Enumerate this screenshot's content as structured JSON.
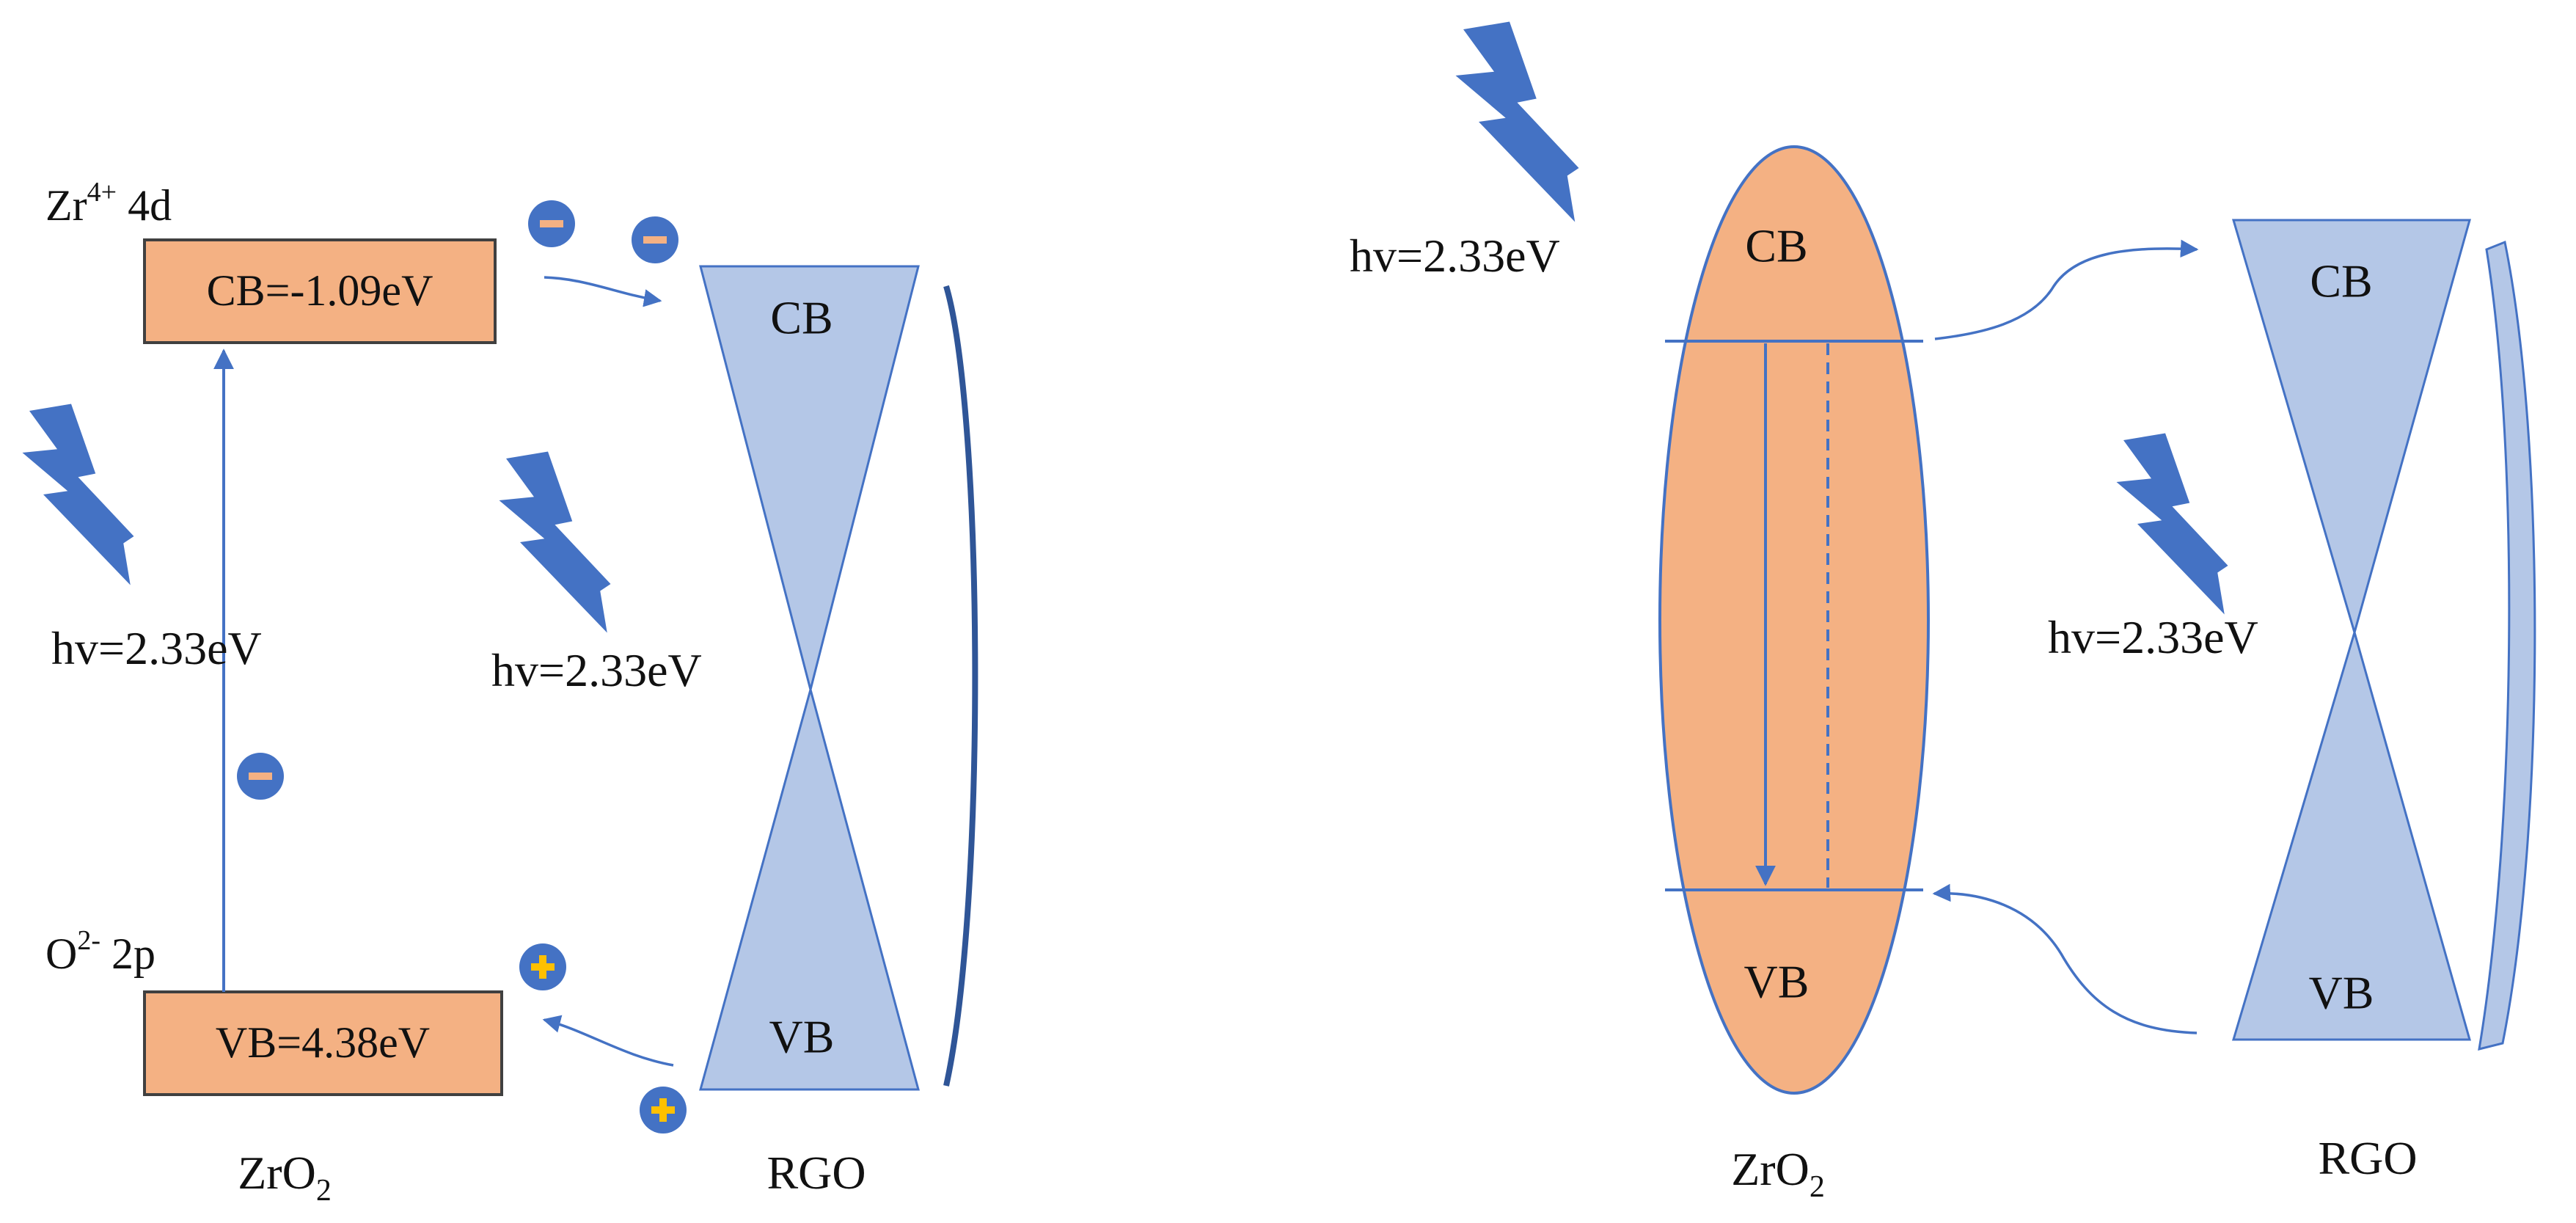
{
  "colors": {
    "zro2_fill": "#f4b183",
    "rgo_fill": "#b4c7e7",
    "line": "#4472c4",
    "bolt": "#4472c4",
    "electron_fill": "#4472c4",
    "minus_color": "#f4b183",
    "hole_fill": "#4472c4",
    "plus_color": "#ffc000",
    "text": "#111111"
  },
  "left_panel": {
    "zr_level": {
      "base": "Zr",
      "sup": "4+",
      "rest": " 4d"
    },
    "cb_box_label": "CB=-1.09eV",
    "o_level": {
      "base": "O",
      "sup": "2-",
      "rest": " 2p"
    },
    "vb_box_label": "VB=4.38eV",
    "hv_zro2": "hv=2.33eV",
    "hv_rgo": "hv=2.33eV",
    "rgo_cb": "CB",
    "rgo_vb": "VB",
    "zro2_caption": {
      "base": "ZrO",
      "sub": "2"
    },
    "rgo_caption": "RGO"
  },
  "right_panel": {
    "hv_zro2": "hv=2.33eV",
    "zro2_cb": "CB",
    "zro2_vb": "VB",
    "hv_rgo": "hv=2.33eV",
    "rgo_cb": "CB",
    "rgo_vb": "VB",
    "zro2_caption": {
      "base": "ZrO",
      "sub": "2"
    },
    "rgo_caption": "RGO"
  }
}
